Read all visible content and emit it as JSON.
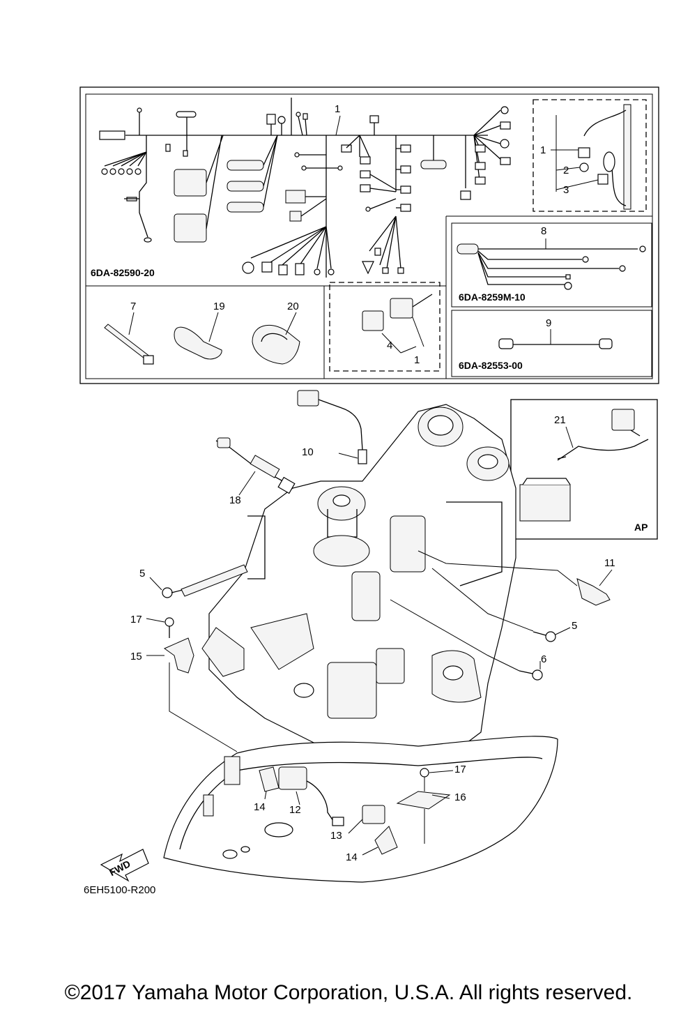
{
  "diagram": {
    "part_codes": {
      "harness_main": "6DA-82590-20",
      "harness_sub_8": "6DA-8259M-10",
      "harness_sub_9": "6DA-82553-00"
    },
    "page_reference": "6EH5100-R200",
    "ap_label": "AP",
    "fwd_label": "FWD",
    "callouts": {
      "c1_top": "1",
      "c1_inset": "1",
      "c2": "2",
      "c3": "3",
      "c1_connector": "1",
      "c4": "4",
      "c7": "7",
      "c8": "8",
      "c9": "9",
      "c10": "10",
      "c11": "11",
      "c12": "12",
      "c13": "13",
      "c14_a": "14",
      "c14_b": "14",
      "c15": "15",
      "c16": "16",
      "c17_a": "17",
      "c17_b": "17",
      "c18": "18",
      "c19": "19",
      "c20": "20",
      "c21": "21",
      "c5_a": "5",
      "c5_b": "5",
      "c6": "6"
    }
  },
  "footer": {
    "copyright": "©2017 Yamaha Motor Corporation, U.S.A. All rights reserved."
  }
}
